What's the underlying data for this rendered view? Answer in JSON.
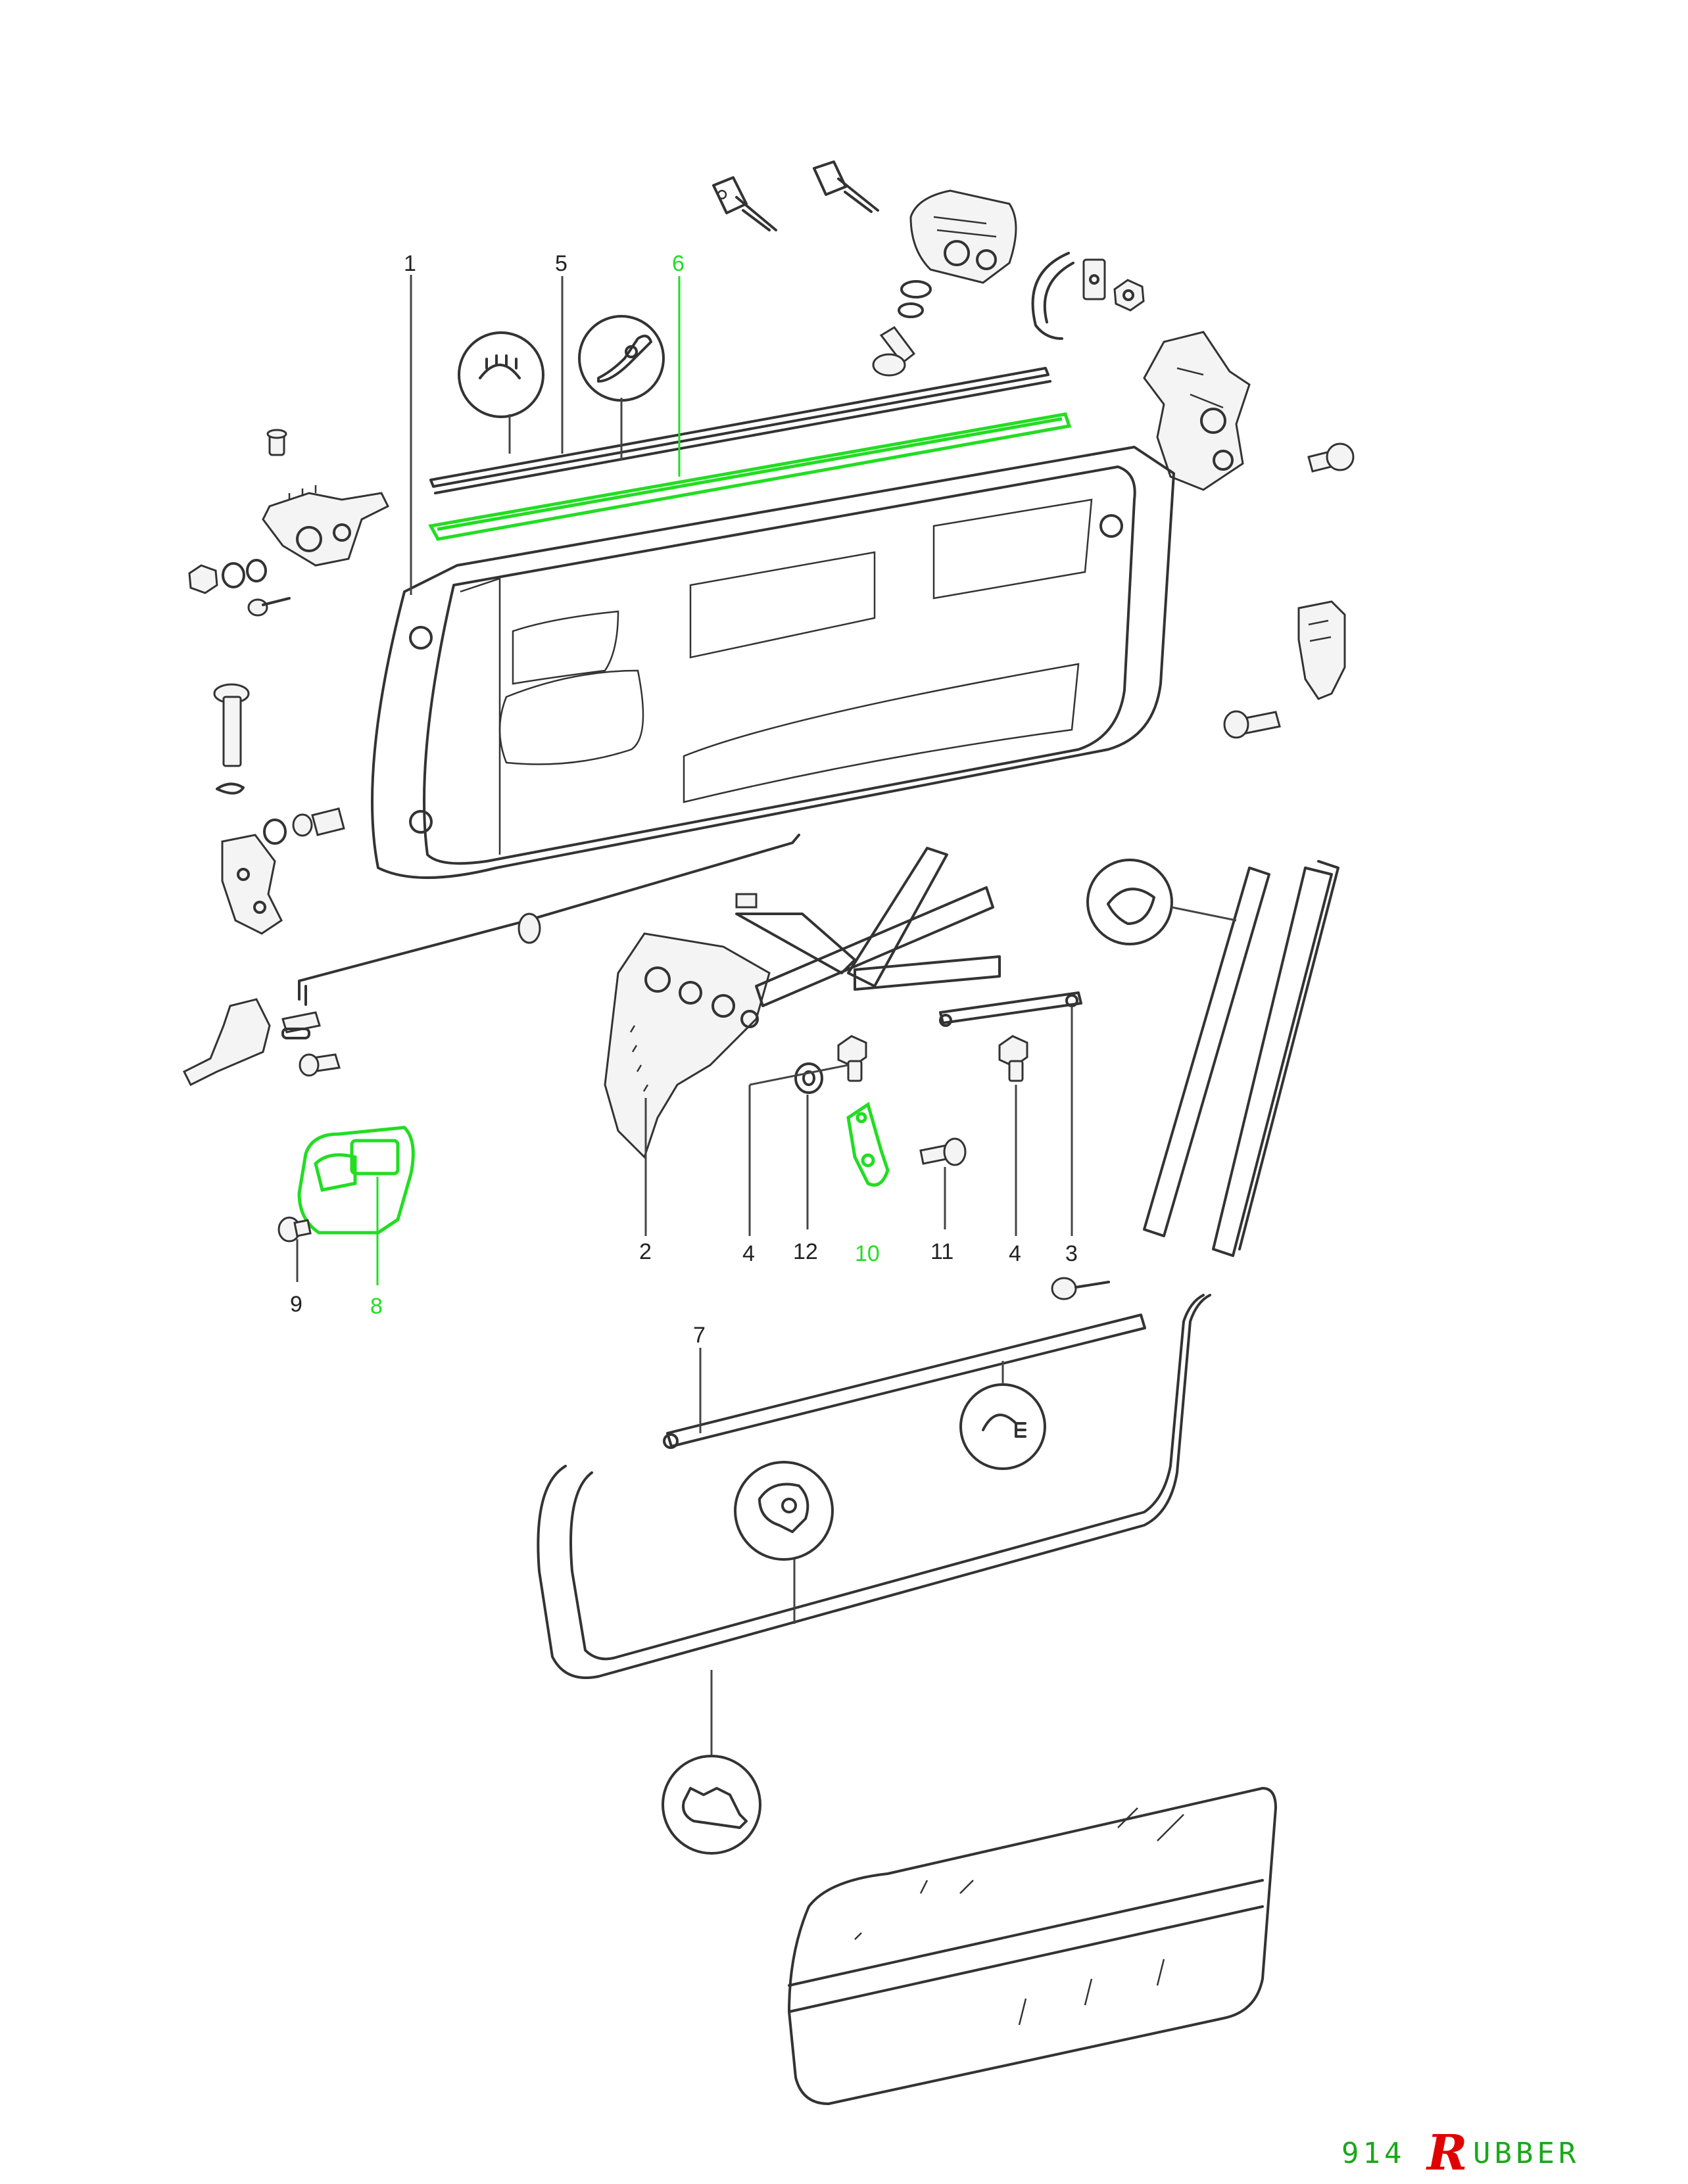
{
  "diagram": {
    "callouts": [
      {
        "id": "1",
        "text": "1",
        "highlighted": false
      },
      {
        "id": "2",
        "text": "2",
        "highlighted": false
      },
      {
        "id": "3",
        "text": "3",
        "highlighted": false
      },
      {
        "id": "4a",
        "text": "4",
        "highlighted": false
      },
      {
        "id": "4b",
        "text": "4",
        "highlighted": false
      },
      {
        "id": "5",
        "text": "5",
        "highlighted": false
      },
      {
        "id": "6",
        "text": "6",
        "highlighted": true
      },
      {
        "id": "7",
        "text": "7",
        "highlighted": false
      },
      {
        "id": "8",
        "text": "8",
        "highlighted": true
      },
      {
        "id": "9",
        "text": "9",
        "highlighted": false
      },
      {
        "id": "10",
        "text": "10",
        "highlighted": true
      },
      {
        "id": "11",
        "text": "11",
        "highlighted": false
      },
      {
        "id": "12",
        "text": "12",
        "highlighted": false
      }
    ],
    "highlight_color": "#22dd22"
  },
  "logo": {
    "prefix": "914",
    "r_letter": "R",
    "suffix": "UBBER",
    "text_color": "#1aa81a",
    "r_color": "#e00000"
  }
}
